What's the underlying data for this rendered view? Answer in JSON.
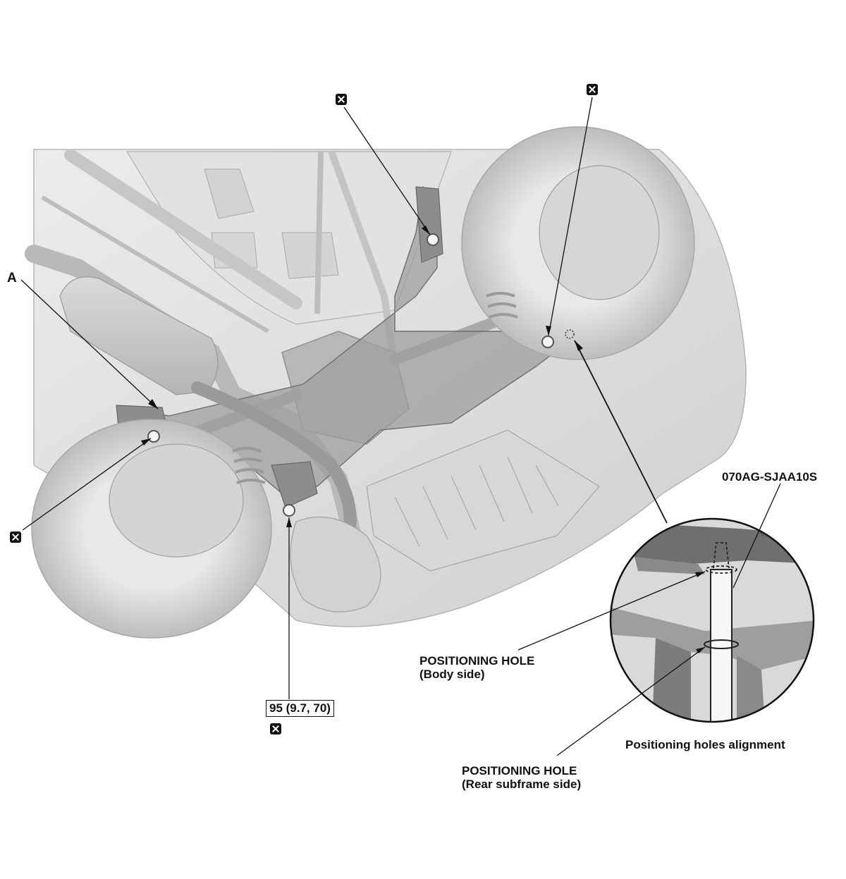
{
  "labels": {
    "part_a": "A",
    "torque": "95 (9.7, 70)",
    "tool": "070AG-SJAA10S",
    "hole_body_line1": "POSITIONING HOLE",
    "hole_body_line2": "(Body side)",
    "hole_rear_line1": "POSITIONING HOLE",
    "hole_rear_line2": "(Rear subframe side)",
    "detail_caption": "Positioning holes alignment"
  },
  "icons": {
    "replace_part_marker": "boxed-x-icon"
  },
  "colors": {
    "line": "#111111",
    "vehicle_light": "#e4e4e4",
    "vehicle_mid": "#c9c9c9",
    "vehicle_dark": "#8f8f8f",
    "detail_bg": "#d8d8d8"
  }
}
